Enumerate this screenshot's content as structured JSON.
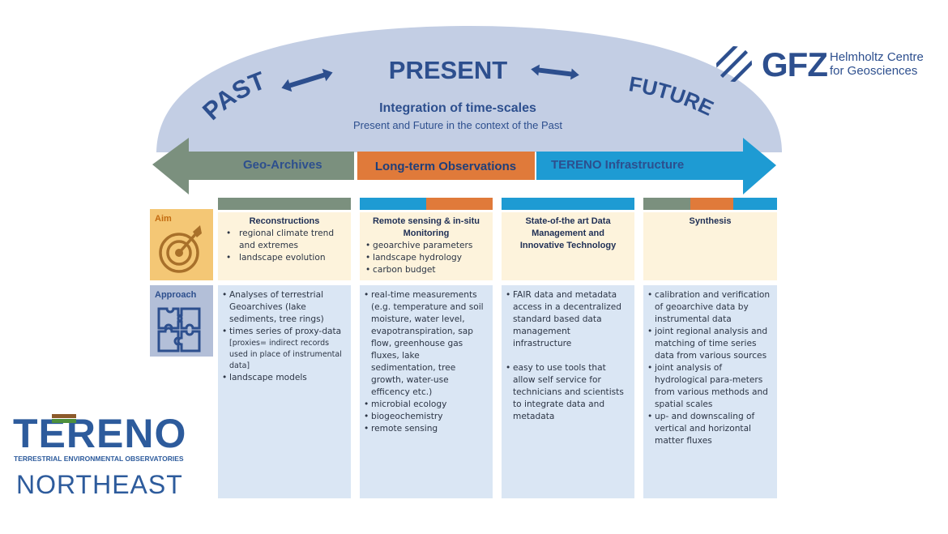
{
  "timescale": {
    "past": "PAST",
    "present": "PRESENT",
    "future": "FUTURE",
    "integration_title": "Integration of time-scales",
    "integration_subtitle": "Present and Future in the context of the Past"
  },
  "timeline": {
    "geo_archives": "Geo-Archives",
    "long_term_observations": "Long-term Observations",
    "tereno_infrastructure": "TERENO Infrastructure"
  },
  "colors": {
    "geo_green": "#7b907e",
    "observations_orange": "#e07a3a",
    "infrastructure_blue": "#1e9bd3",
    "dome": "#c3cee4",
    "brand_blue": "#2d4f8e"
  },
  "rows": {
    "aim": "Aim",
    "approach": "Approach"
  },
  "columns": [
    {
      "aim_title": "Reconstructions",
      "aim_items": [
        "regional climate trend and extremes",
        "landscape evolution"
      ],
      "approach_items": [
        "Analyses of  terrestrial Geoarchives (lake sediments, tree rings)",
        "times series of proxy-data",
        "[proxies= indirect records used in place of instrumental data]",
        "landscape models"
      ]
    },
    {
      "aim_title": "Remote sensing & in-situ Monitoring",
      "aim_items": [
        "geoarchive parameters",
        "landscape hydrology",
        "carbon budget"
      ],
      "approach_items": [
        "real-time measurements (e.g. temperature and soil moisture, water level, evapotranspiration, sap flow, greenhouse gas fluxes, lake sedimentation, tree growth, water-use efficency etc.)",
        "microbial ecology",
        "biogeochemistry",
        "remote sensing"
      ]
    },
    {
      "aim_title": "State-of-the art Data Management and Innovative Technology",
      "approach_items": [
        "FAIR data and metadata access in a decentralized standard based data management infrastructure",
        "easy to use tools that allow self service for technicians and scientists to integrate data and metadata"
      ]
    },
    {
      "aim_title": "Synthesis",
      "approach_items": [
        "calibration and verification of geoarchive data by instrumental data",
        "joint regional analysis and matching of time series data from various sources",
        "joint analysis of hydrological para-meters from various methods and spatial scales",
        "up- and downscaling of vertical and horizontal matter fluxes"
      ]
    }
  ],
  "logos": {
    "gfz": "GFZ",
    "gfz_line1": "Helmholtz Centre",
    "gfz_line2": "for Geosciences",
    "tereno": "TERENO",
    "tereno_subtitle": "TERRESTRIAL ENVIRONMENTAL OBSERVATORIES",
    "tereno_region": "NORTHEAST"
  }
}
